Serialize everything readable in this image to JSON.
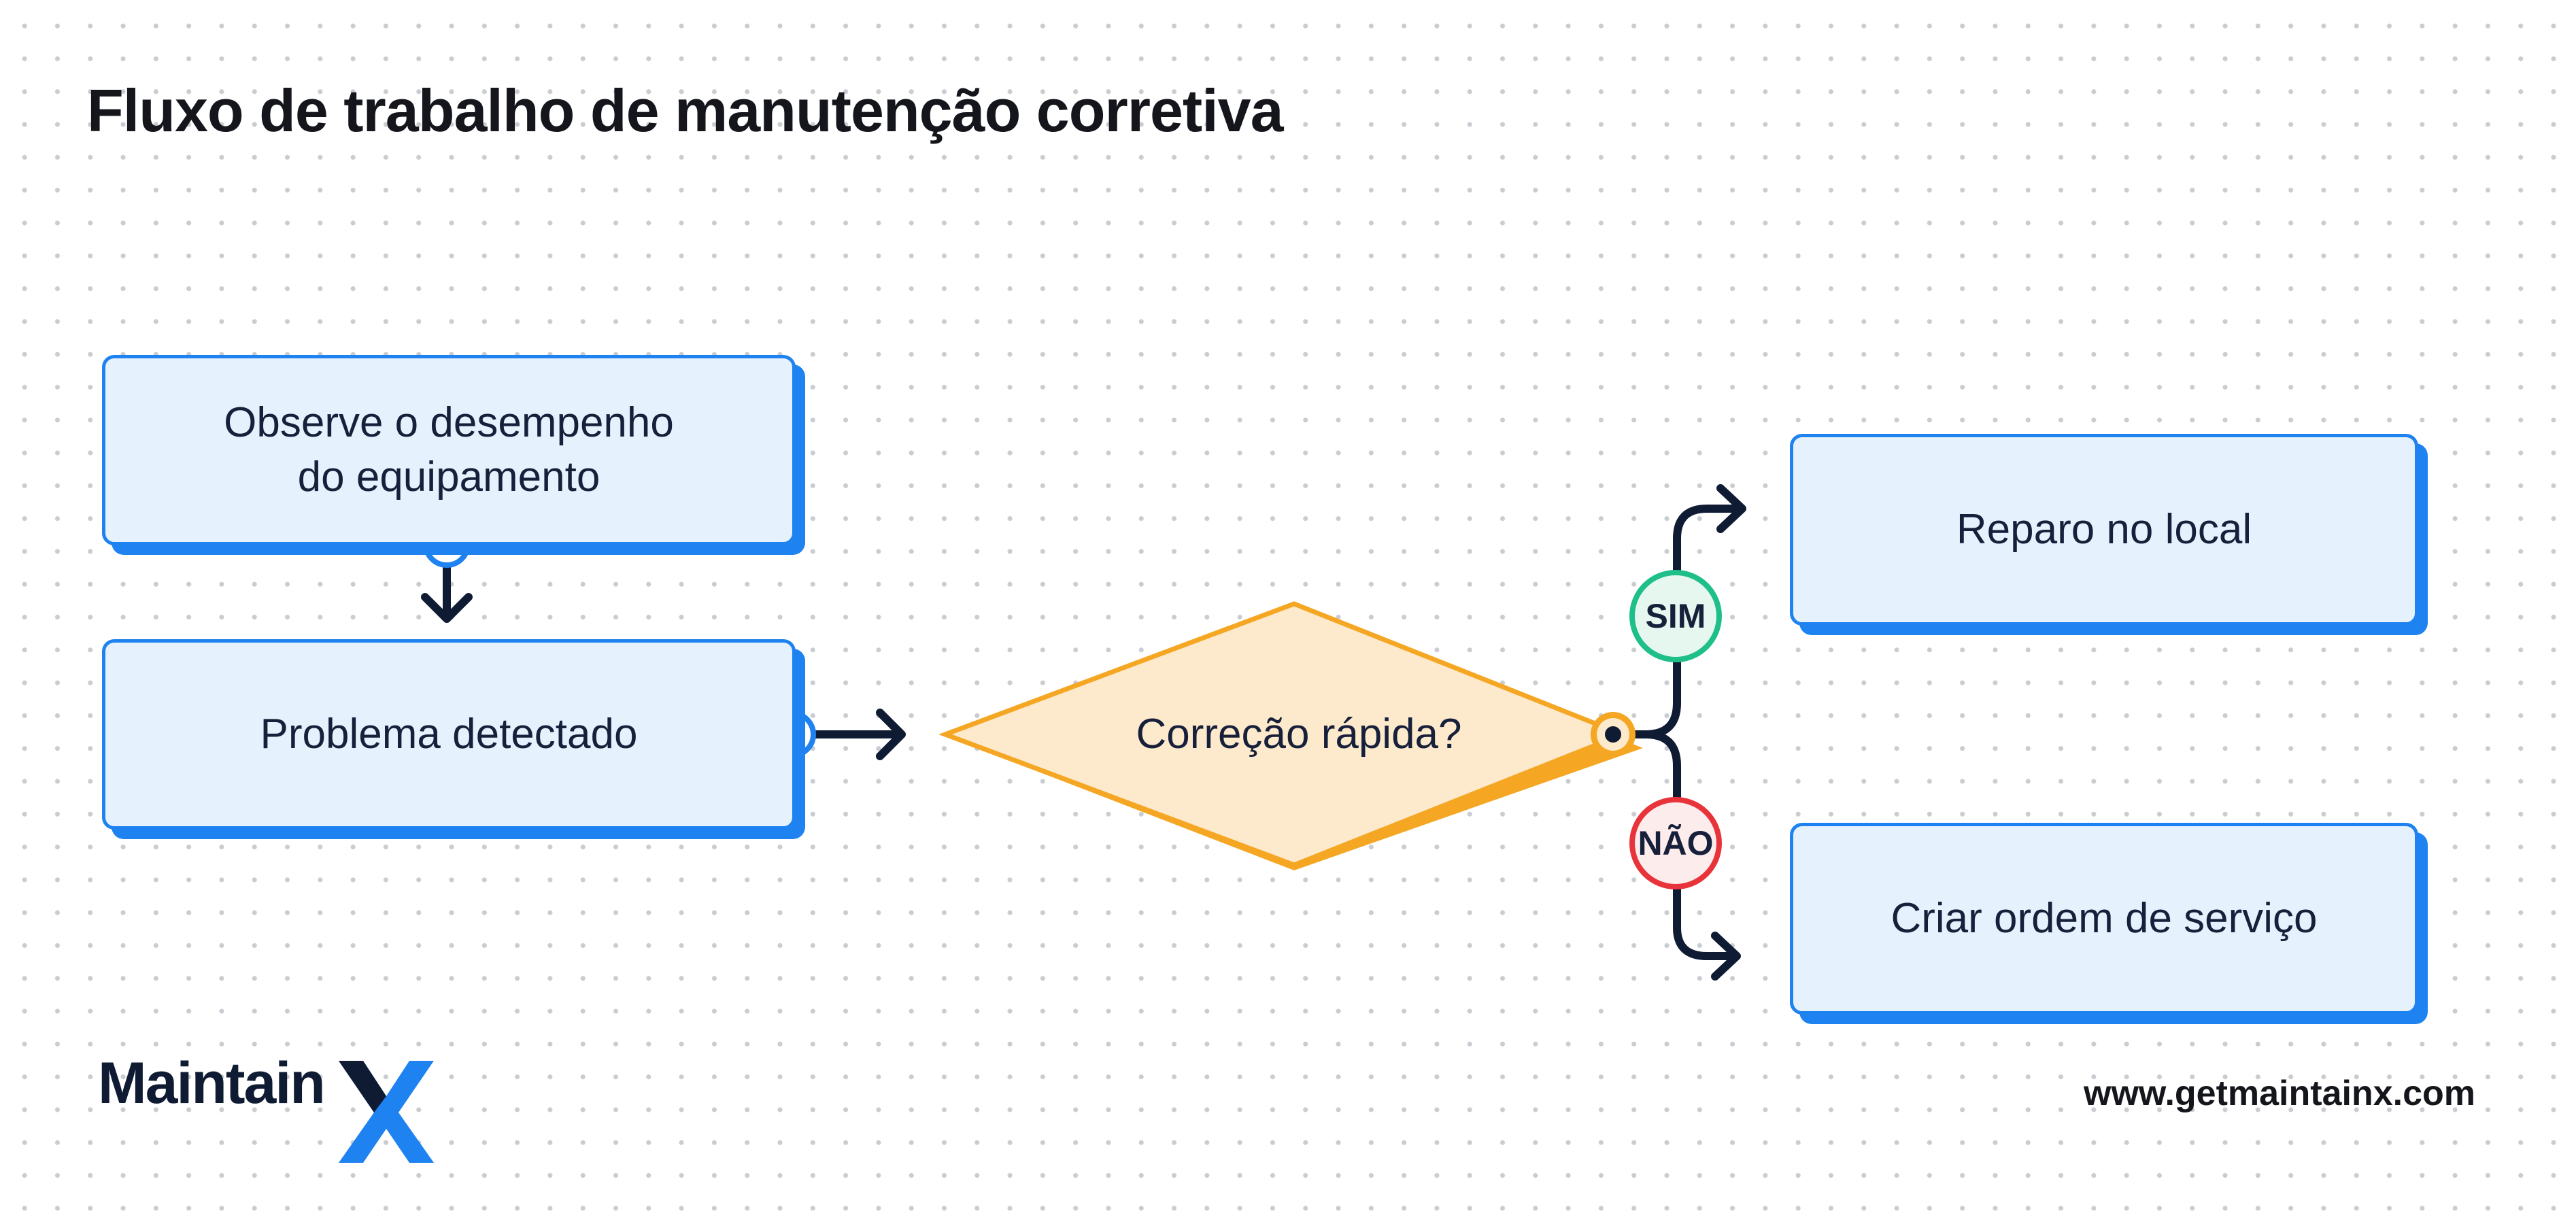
{
  "title": "Fluxo de trabalho de manutenção corretiva",
  "nodes": {
    "observe": {
      "line1": "Observe o desempenho",
      "line2": "do equipamento"
    },
    "problem": {
      "label": "Problema detectado"
    },
    "decision": {
      "label": "Correção rápida?"
    },
    "repair": {
      "label": "Reparo no local"
    },
    "order": {
      "label": "Criar ordem de serviço"
    }
  },
  "branches": {
    "yes": "SIM",
    "no": "NÃO"
  },
  "logo": {
    "text": "Maintain"
  },
  "footer": {
    "url": "www.getmaintainx.com"
  },
  "colors": {
    "box_fill": "#e5f1fd",
    "box_border": "#1e82f0",
    "diamond_fill": "#fde9cb",
    "diamond_border": "#f5a623",
    "yes_accent": "#1fbf8a",
    "no_accent": "#e8333b",
    "arrow": "#0f1b33"
  }
}
